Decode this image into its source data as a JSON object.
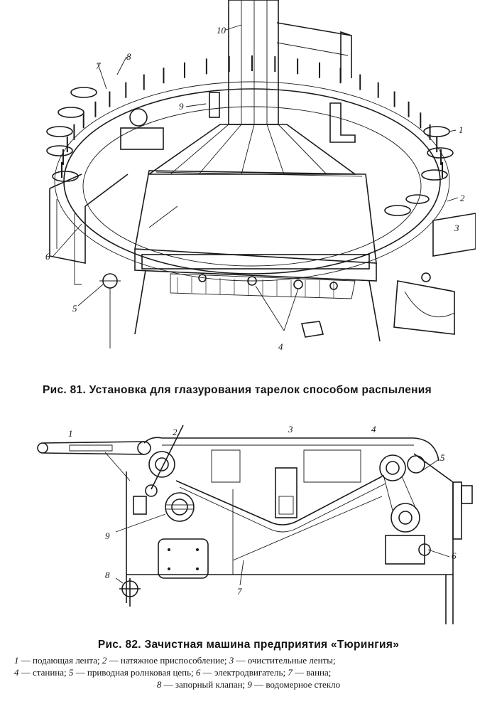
{
  "figure81": {
    "caption_number": "Рис. 81.",
    "caption_text": "Установка для глазурования тарелок способом распыления",
    "labels": [
      "1",
      "2",
      "3",
      "4",
      "5",
      "6",
      "7",
      "8",
      "9",
      "10"
    ]
  },
  "figure82": {
    "caption_number": "Рис. 82.",
    "caption_text": "Зачистная машина предприятия «Тюрингия»",
    "labels": [
      "1",
      "2",
      "3",
      "4",
      "5",
      "6",
      "7",
      "8",
      "9"
    ],
    "legend_line1": [
      {
        "n": "1",
        "t": " — подающая лента; "
      },
      {
        "n": "2",
        "t": " — натяжное приспособление; "
      },
      {
        "n": "3",
        "t": " — очистительные ленты;"
      }
    ],
    "legend_line2": [
      {
        "n": "4",
        "t": " — станина; "
      },
      {
        "n": "5",
        "t": " — приводная ролнковая цепь; "
      },
      {
        "n": "6",
        "t": " — электродвигатель; "
      },
      {
        "n": "7",
        "t": " — ванна;"
      }
    ],
    "legend_line3": [
      {
        "n": "8",
        "t": " — запорный клапан; "
      },
      {
        "n": "9",
        "t": " — водомерное стекло"
      }
    ]
  }
}
